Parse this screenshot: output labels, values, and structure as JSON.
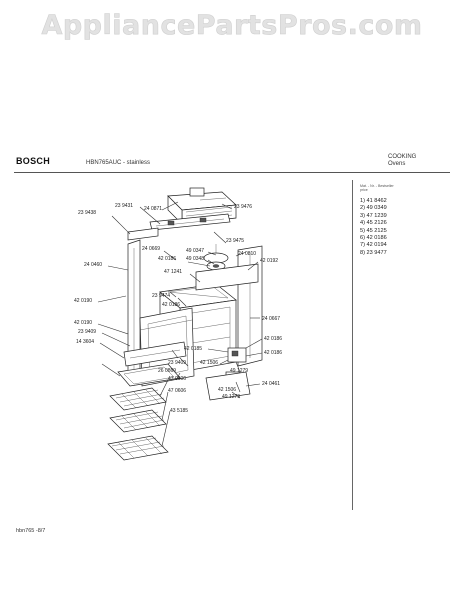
{
  "watermark": "AppliancePartsPros.com",
  "header": {
    "brand": "BOSCH",
    "model": "HBN765AUC - stainless",
    "category": "COOKING",
    "subcategory": "Ovens"
  },
  "legend": {
    "heading": "Mat. - Nr. - Bestseller",
    "subheading": "price",
    "items": [
      "1) 41 8462",
      "2) 49 0349",
      "3) 47 1239",
      "4) 45 2126",
      "5) 45 2125",
      "6) 42 0186",
      "7) 42 0194",
      "8) 23 9477"
    ]
  },
  "parts": {
    "p1": "23 9431",
    "p2": "24 0871",
    "p3": "23 9438",
    "p4": "23 9476",
    "p5": "23 9475",
    "p6": "24 0669",
    "p7": "42 0186",
    "p8": "49 0347",
    "p9": "49 0348",
    "p10": "24 0810",
    "p11": "42 0192",
    "p12": "24 0460",
    "p13": "47 1241",
    "p14": "23 9474",
    "p15": "42 0186",
    "p16": "42 0190",
    "p17": "23 9409",
    "p18": "14 3604",
    "p19": "24 0667",
    "p20": "42 0190",
    "p21": "42 0186",
    "p22": "42 0186",
    "p23": "26 0869",
    "p24": "23 9409",
    "p25": "42 0185",
    "p26": "42 1506",
    "p27": "49 1279",
    "p28": "47 0606",
    "p29": "47 0606",
    "p30": "24 0461",
    "p31": "42 1506",
    "p32": "49 1279",
    "p33": "43 5185"
  },
  "footer": "hbn765 -8/7"
}
